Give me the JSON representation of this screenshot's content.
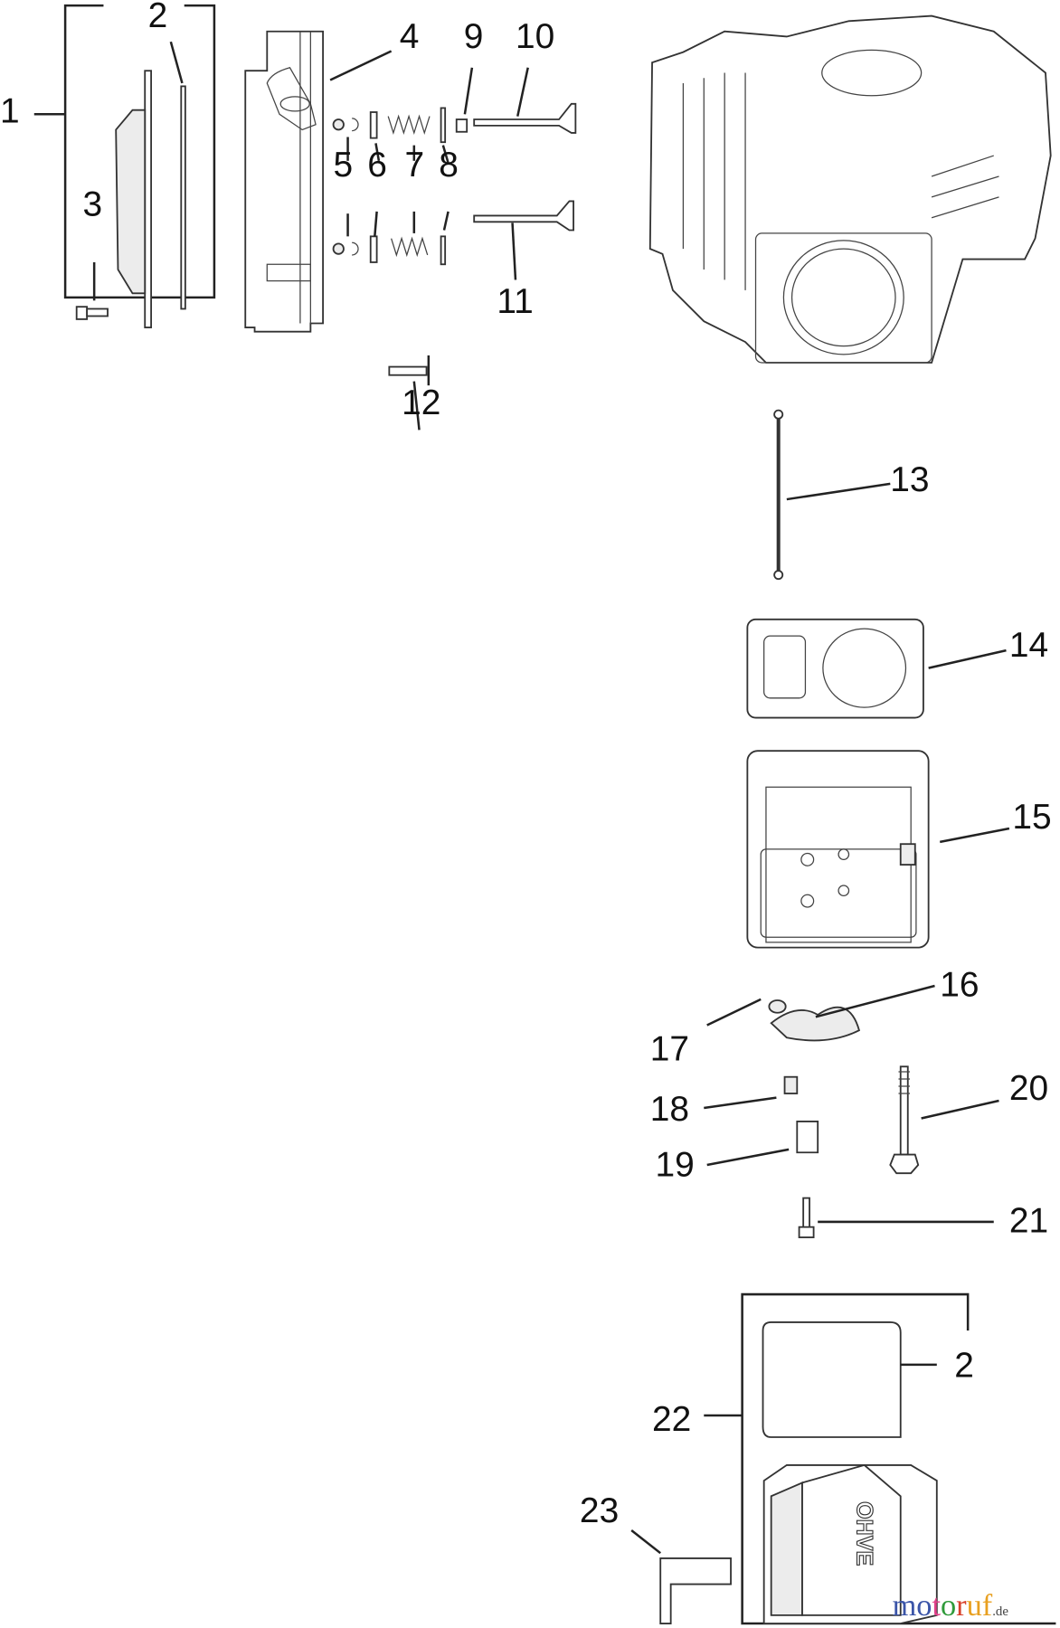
{
  "diagram": {
    "callouts": [
      {
        "id": "1",
        "label": "1"
      },
      {
        "id": "2a",
        "label": "2"
      },
      {
        "id": "3",
        "label": "3"
      },
      {
        "id": "4",
        "label": "4"
      },
      {
        "id": "5",
        "label": "5"
      },
      {
        "id": "6",
        "label": "6"
      },
      {
        "id": "7",
        "label": "7"
      },
      {
        "id": "8",
        "label": "8"
      },
      {
        "id": "9",
        "label": "9"
      },
      {
        "id": "10",
        "label": "10"
      },
      {
        "id": "11",
        "label": "11"
      },
      {
        "id": "12",
        "label": "12"
      },
      {
        "id": "13",
        "label": "13"
      },
      {
        "id": "14",
        "label": "14"
      },
      {
        "id": "15",
        "label": "15"
      },
      {
        "id": "16",
        "label": "16"
      },
      {
        "id": "17",
        "label": "17"
      },
      {
        "id": "18",
        "label": "18"
      },
      {
        "id": "19",
        "label": "19"
      },
      {
        "id": "20",
        "label": "20"
      },
      {
        "id": "21",
        "label": "21"
      },
      {
        "id": "2b",
        "label": "2"
      },
      {
        "id": "22",
        "label": "22"
      },
      {
        "id": "23",
        "label": "23"
      }
    ],
    "cover_emboss": "OHVE"
  },
  "watermark": {
    "letters": [
      "m",
      "o",
      "t",
      "o",
      "r",
      "u",
      "f"
    ],
    "colors": [
      "#3b55a8",
      "#3b55a8",
      "#e0408a",
      "#2f9a3a",
      "#d8402a",
      "#e8a020",
      "#e8a020"
    ],
    "suffix": ".de"
  }
}
